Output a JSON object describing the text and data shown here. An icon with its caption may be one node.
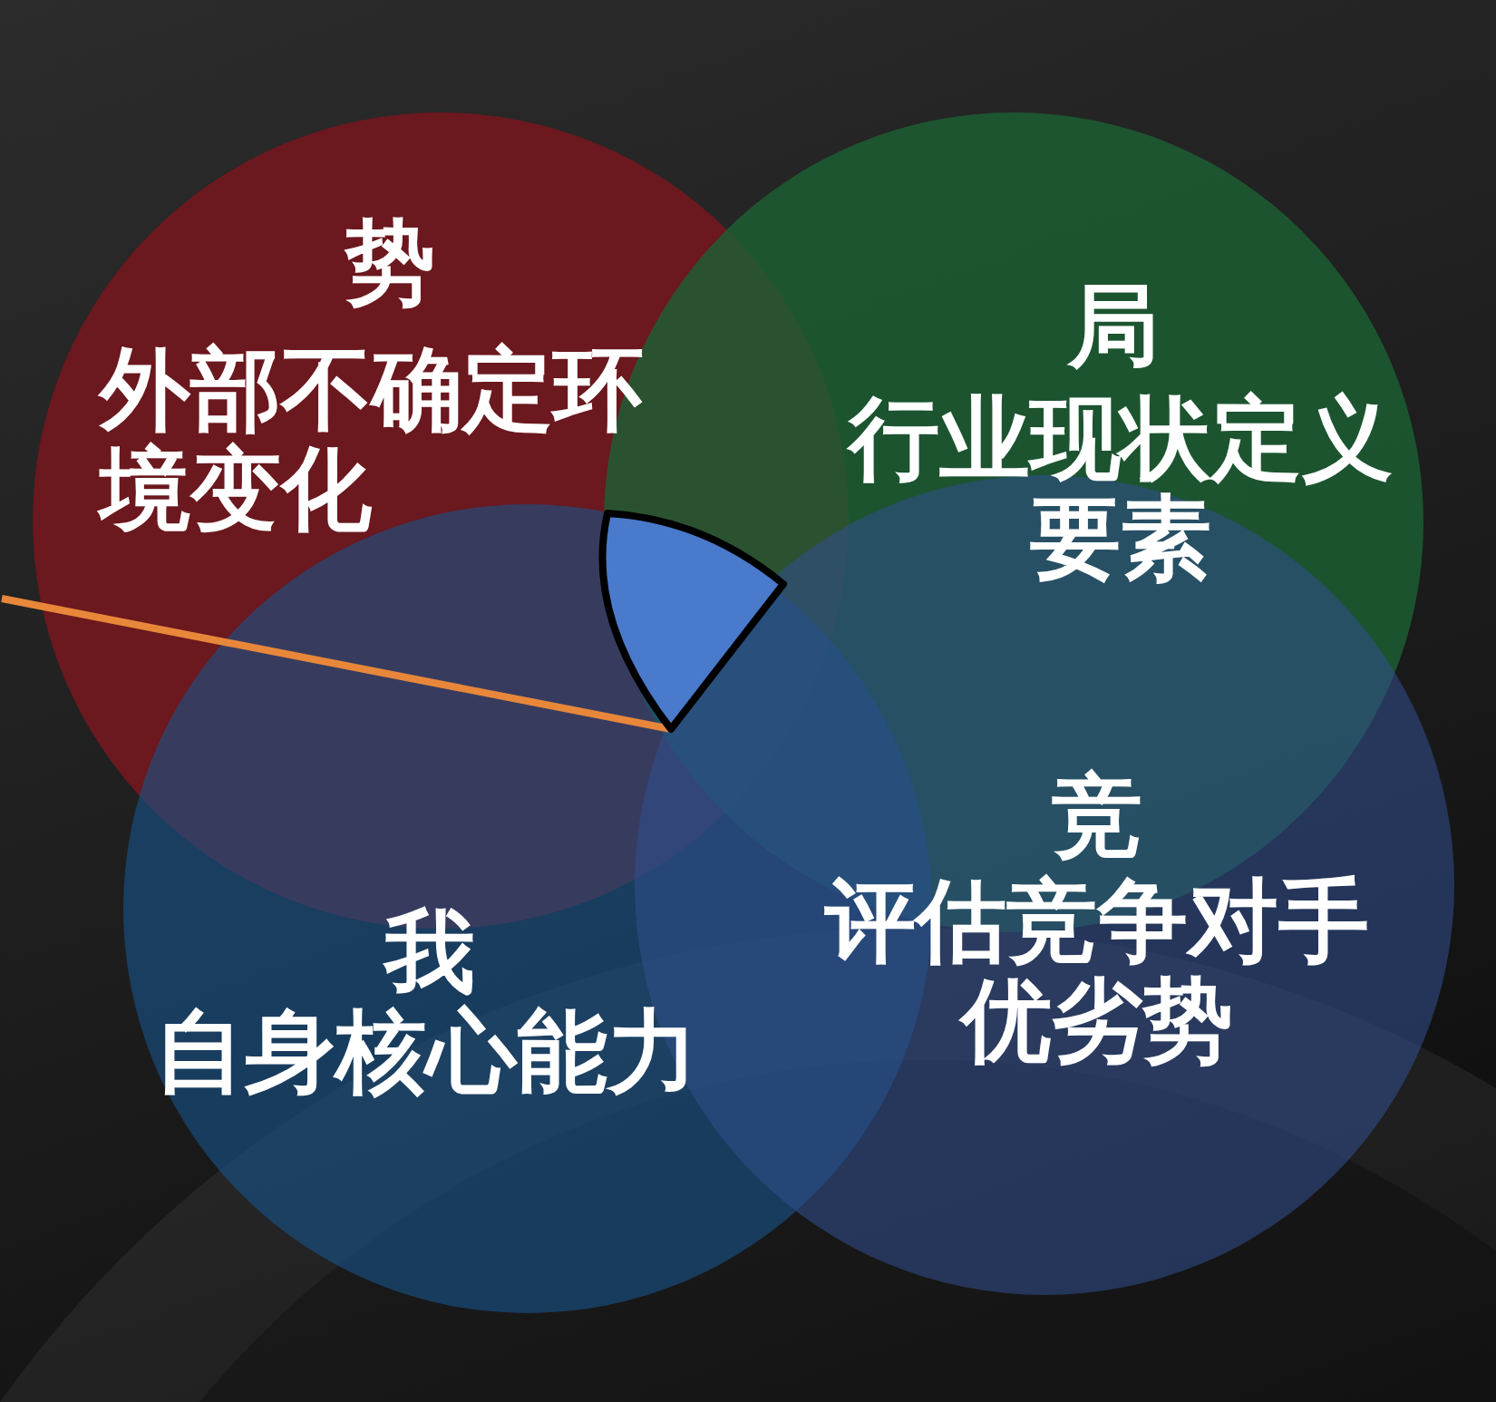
{
  "diagram": {
    "nodes": [
      {
        "text": [
          "势",
          "外部不确定环境变化"
        ]
      },
      {
        "text": [
          "局",
          "行业现状定义要素"
        ]
      },
      {
        "text": [
          "我",
          "自身核心能力"
        ]
      },
      {
        "text": [
          "竞",
          "评估竞争对手优劣势"
        ]
      },
      {
        "text": [],
        "shape": "wedge"
      }
    ],
    "edges": [
      {
        "from": null,
        "to": 4,
        "arrow": "none"
      }
    ]
  }
}
